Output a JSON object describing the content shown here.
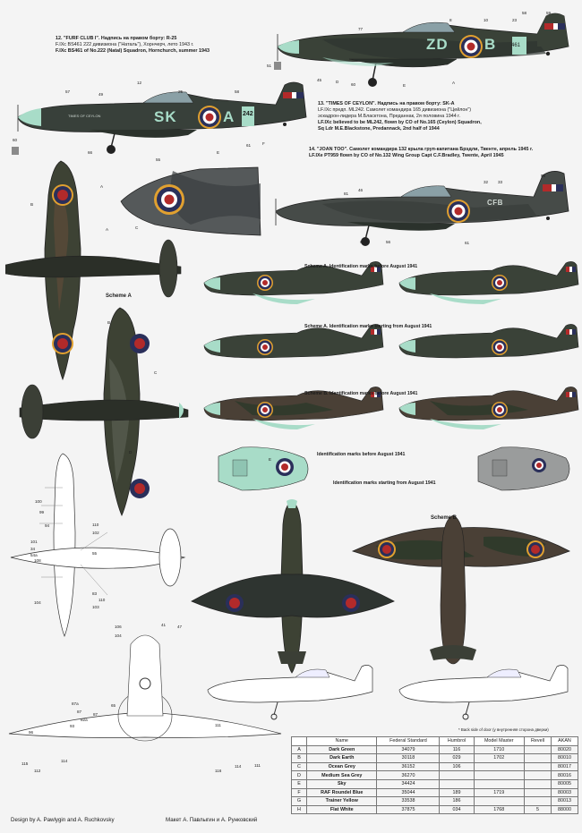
{
  "profiles": {
    "p12": {
      "title": "12. \"FURF CLUB I\". Надпись на правом борту: R-25",
      "line2": "F.IXc BS461 222 дивизиона (\"Наталь\"), Хорнчерч, лето 1943 г.",
      "line3": "F.IXc BS461 of No.222 (Natal) Squadron, Hornchurch, summer 1943",
      "code_left": "ZD",
      "code_right": "B",
      "serial": "461"
    },
    "p13": {
      "title": "13. \"TIMES OF CEYLON\". Надпись на правом борту: SK-A",
      "line2": "LF.IXc предп. ML242. Самолет командира 165 дивизиона (\"Цейлон\")",
      "line3": "эскадрон-лидера М.Бласктона, Преданнак, 2я половина 1944 г.",
      "line4": "LF.IXc believed to be ML242, flown by CO of No.165 (Ceylon) Squadron,",
      "line5": "Sq Ldr M.E.Blackstone, Predannack, 2nd half of 1944",
      "code_left": "SK",
      "code_right": "A",
      "serial": "242",
      "nose_name": "TIMES OF CEYLON"
    },
    "p14": {
      "title": "14. \"JOAN TOO\". Самолет командира 132 крыла груп-капитана Брэдли, Твенте, апрель 1945 г.",
      "line2": "LF.IXe PT959 flown by CO of No.132 Wing Group Capt C.F.Bradley, Twente, April 1945",
      "code": "CFB"
    }
  },
  "captions": {
    "scheme_a_top": "Scheme A",
    "scheme_a_before": "Scheme A. Identification marks before August 1941",
    "scheme_a_from": "Scheme A. Identification marks starting from August 1941",
    "scheme_b_before": "Scheme B. Identification marks before August 1941",
    "id_before": "Identification marks before August 1941",
    "id_from": "Identification marks starting from August 1941",
    "scheme_b": "Scheme B"
  },
  "table": {
    "footnote": "* Back side of door (у внутренняя сторона дверки)",
    "headers": [
      "",
      "Name",
      "Federal Standard",
      "Humbrol",
      "Model Master",
      "Revell",
      "AKAN"
    ],
    "rows": [
      [
        "A",
        "Dark Green",
        "34079",
        "116",
        "1710",
        "",
        "80020"
      ],
      [
        "B",
        "Dark Earth",
        "30118",
        "029",
        "1702",
        "",
        "80010"
      ],
      [
        "C",
        "Ocean Grey",
        "36152",
        "106",
        "",
        "",
        "80017"
      ],
      [
        "D",
        "Medium Sea Grey",
        "36270",
        "",
        "",
        "",
        "80016"
      ],
      [
        "E",
        "Sky",
        "34424",
        "",
        "",
        "",
        "80005"
      ],
      [
        "F",
        "RAF Roundel Blue",
        "35044",
        "189",
        "1719",
        "",
        "80003"
      ],
      [
        "G",
        "Trainer Yellow",
        "33538",
        "186",
        "",
        "",
        "80013"
      ],
      [
        "H",
        "Flat White",
        "37875",
        "034",
        "1768",
        "5",
        "88000"
      ]
    ]
  },
  "credits": {
    "left": "Design by A. Pawlygin and  A. Ruchkovsky",
    "right": "Макет А. Павлыгин и А. Рунковский"
  },
  "callouts": {
    "c1": [
      "77",
      "8",
      "10",
      "23",
      "58",
      "59"
    ],
    "c2": [
      "51",
      "45",
      "D",
      "60",
      "E",
      "A"
    ],
    "c3": [
      "57",
      "49",
      "12",
      "25",
      "58"
    ],
    "c4": [
      "60",
      "66",
      "E",
      "61",
      "F"
    ],
    "c5": [
      "B",
      "A",
      "C",
      "55"
    ],
    "c6": [
      "81",
      "46",
      "32",
      "33",
      "59"
    ],
    "c7": [
      "66",
      "56",
      "61"
    ],
    "c8": [
      "100",
      "99",
      "110",
      "102",
      "94",
      "101",
      "34",
      "54a",
      "55",
      "108",
      "83",
      "110",
      "103",
      "104"
    ],
    "c9": [
      "106",
      "104",
      "41",
      "47",
      "96",
      "93",
      "87a",
      "87",
      "82a",
      "87",
      "65",
      "111",
      "115",
      "112",
      "114",
      "114",
      "116",
      "111"
    ],
    "letters": [
      "A",
      "B",
      "C",
      "D",
      "E",
      "F"
    ]
  },
  "colors": {
    "dark_green": "#2e3a2a",
    "dark_earth": "#5a4a38",
    "ocean_grey": "#4c4f52",
    "medium_sea_grey": "#9a9c9c",
    "sky": "#a8dcc8",
    "roundel_blue": "#2a2f5a",
    "roundel_red": "#b22a2a",
    "trainer_yellow": "#e0a030",
    "white": "#ffffff"
  }
}
